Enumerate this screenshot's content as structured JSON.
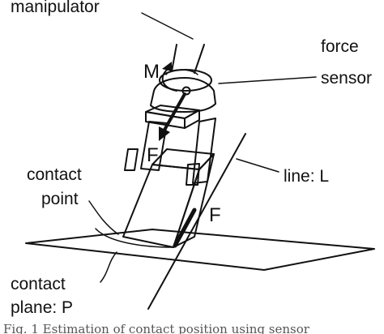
{
  "labels": {
    "manipulator": "manipulator",
    "force": "force",
    "sensor": "sensor",
    "moment": "M",
    "force_upper": "F",
    "force_lower": "F",
    "line": "line: L",
    "contact_point_1": "contact",
    "contact_point_2": "point",
    "contact_plane_1": "contact",
    "contact_plane_2": "plane: P"
  },
  "caption": "Fig. 1  Estimation of contact position using sensor"
}
